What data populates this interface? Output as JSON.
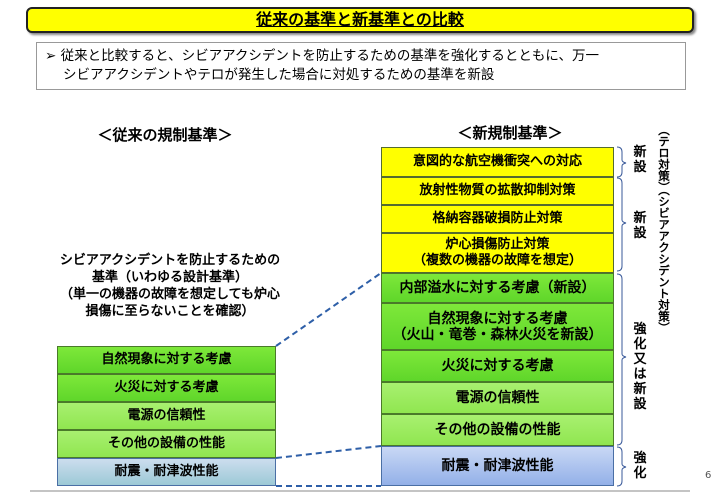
{
  "title": "従来の基準と新基準との比較",
  "summary": {
    "bullet": "➢",
    "line1": "従来と比較すると、シビアアクシデントを防止するための基準を強化するとともに、万一",
    "line2": "シビアアクシデントやテロが発生した場合に対処するための基準を新設"
  },
  "old": {
    "heading": "＜従来の規制基準＞",
    "desc": [
      "シビアアクシデントを防止するための",
      "基準（いわゆる設計基準）",
      "（単一の機器の故障を想定しても炉心",
      "損傷に至らないことを確認）"
    ],
    "items": [
      "自然現象に対する考慮",
      "火災に対する考慮",
      "電源の信頼性",
      "その他の設備の性能",
      "耐震・耐津波性能"
    ]
  },
  "new": {
    "heading": "＜新規制基準＞",
    "items": [
      {
        "l1": "意図的な航空機衝突への対応"
      },
      {
        "l1": "放射性物質の拡散抑制対策"
      },
      {
        "l1": "格納容器破損防止対策"
      },
      {
        "l1": "炉心損傷防止対策",
        "l2": "（複数の機器の故障を想定）"
      },
      {
        "l1": "内部溢水に対する考慮（新設）"
      },
      {
        "l1": "自然現象に対する考慮",
        "l2": "（火山・竜巻・森林火災を新設）"
      },
      {
        "l1": "火災に対する考慮"
      },
      {
        "l1": "電源の信頼性"
      },
      {
        "l1": "その他の設備の性能"
      },
      {
        "l1": "耐震・耐津波性能"
      }
    ],
    "labels": [
      "新設",
      "新設",
      "強化又は新設",
      "強化"
    ],
    "side": [
      "（テロ対策）",
      "（シビアアクシデント対策）"
    ]
  },
  "page_number": "6"
}
